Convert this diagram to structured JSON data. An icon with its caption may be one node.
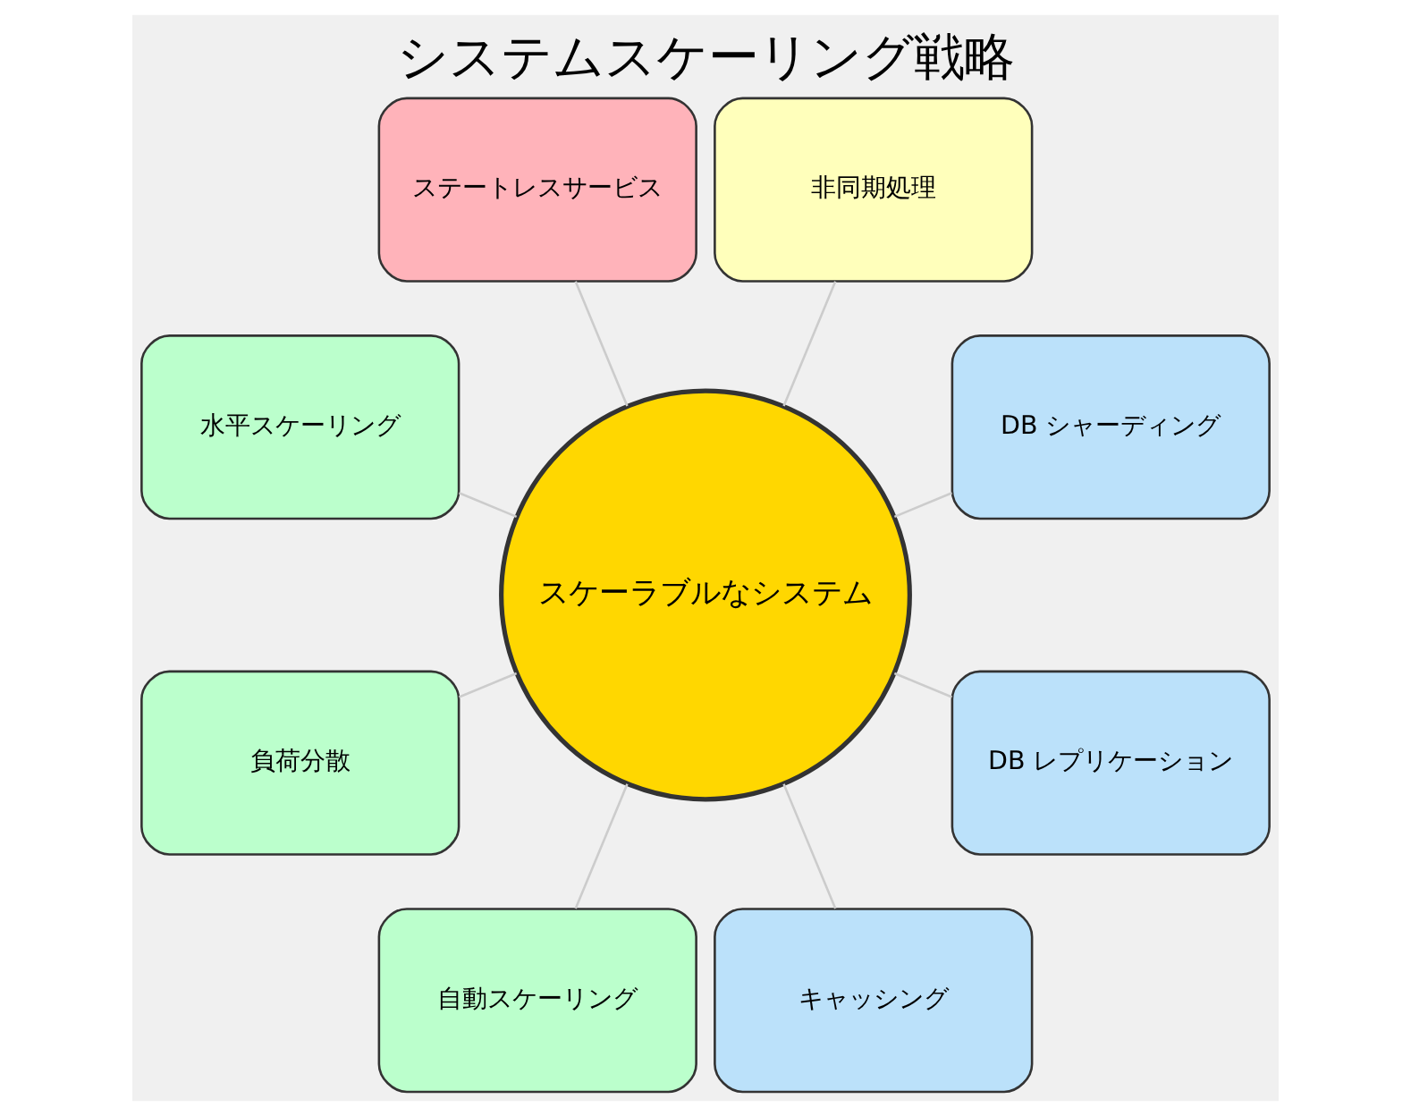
{
  "diagram": {
    "title": "システムスケーリング戦略",
    "nodes": [
      {
        "text": [
          "スケーラブルなシステム"
        ]
      },
      {
        "text": [
          "DB シャーディング"
        ]
      },
      {
        "text": [
          "非同期処理"
        ]
      },
      {
        "text": [
          "ステートレスサービス"
        ]
      },
      {
        "text": [
          "水平スケーリング"
        ]
      },
      {
        "text": [
          "負荷分散"
        ]
      },
      {
        "text": [
          "自動スケーリング"
        ]
      },
      {
        "text": [
          "キャッシング"
        ]
      },
      {
        "text": [
          "DB レプリケーション"
        ]
      }
    ],
    "edges": [
      {
        "from": 0,
        "to": 1,
        "arrow": "none"
      },
      {
        "from": 0,
        "to": 2,
        "arrow": "none"
      },
      {
        "from": 0,
        "to": 3,
        "arrow": "none"
      },
      {
        "from": 0,
        "to": 4,
        "arrow": "none"
      },
      {
        "from": 0,
        "to": 5,
        "arrow": "none"
      },
      {
        "from": 0,
        "to": 6,
        "arrow": "none"
      },
      {
        "from": 0,
        "to": 7,
        "arrow": "none"
      },
      {
        "from": 0,
        "to": 8,
        "arrow": "none"
      }
    ]
  }
}
